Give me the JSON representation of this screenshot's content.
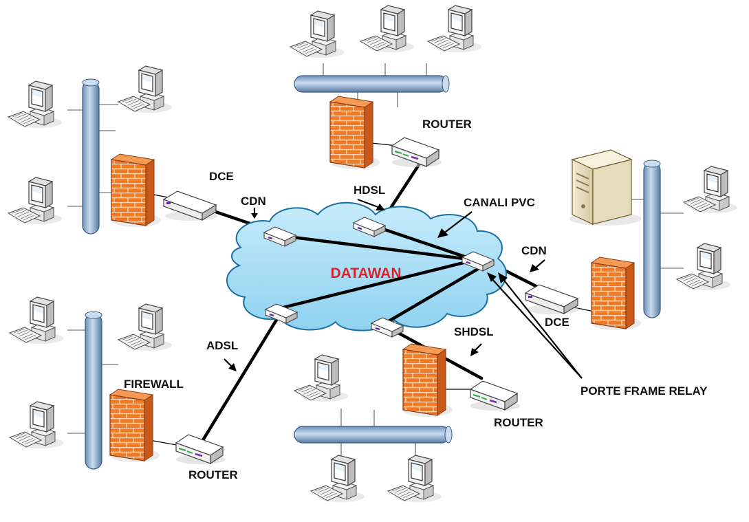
{
  "labels": {
    "cloud": "DATAWAN",
    "router_top": "ROUTER",
    "router_right": "ROUTER",
    "router_bottom_left": "ROUTER",
    "hdsl": "HDSL",
    "canali_pvc": "CANALI PVC",
    "dce_left": "DCE",
    "cdn_left": "CDN",
    "cdn_right": "CDN",
    "dce_right": "DCE",
    "adsl": "ADSL",
    "shdsl": "SHDSL",
    "firewall": "FIREWALL",
    "porte_frame_relay": "PORTE FRAME RELAY"
  },
  "colors": {
    "cloud_fill": "#aee0f7",
    "cloud_stroke": "#1a6fa3",
    "cloud_text": "#d8232a",
    "bus_fill": "#9bb9d8",
    "firewall_fill": "#f07a28",
    "firewall_mortar": "#fcd7b3"
  }
}
